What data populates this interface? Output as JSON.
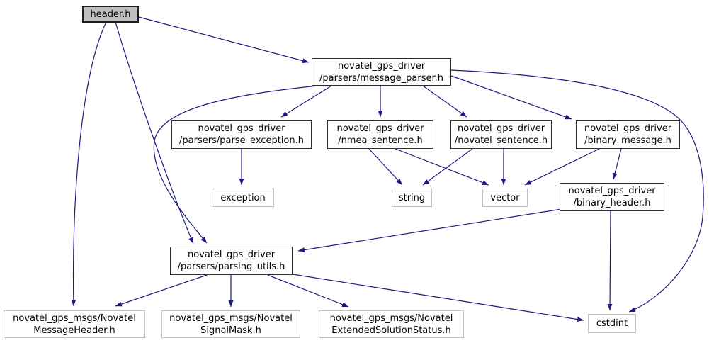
{
  "diagram": {
    "kind": "include-dependency-graph",
    "edge_color": "#1b1b80",
    "highlight_fill": "#bfbfbf",
    "nodes": {
      "header": {
        "line1": "header.h",
        "line2": ""
      },
      "message_parser": {
        "line1": "novatel_gps_driver",
        "line2": "/parsers/message_parser.h"
      },
      "parse_exception": {
        "line1": "novatel_gps_driver",
        "line2": "/parsers/parse_exception.h"
      },
      "nmea_sentence": {
        "line1": "novatel_gps_driver",
        "line2": "/nmea_sentence.h"
      },
      "novatel_sentence": {
        "line1": "novatel_gps_driver",
        "line2": "/novatel_sentence.h"
      },
      "binary_message": {
        "line1": "novatel_gps_driver",
        "line2": "/binary_message.h"
      },
      "binary_header": {
        "line1": "novatel_gps_driver",
        "line2": "/binary_header.h"
      },
      "parsing_utils": {
        "line1": "novatel_gps_driver",
        "line2": "/parsers/parsing_utils.h"
      },
      "exception": {
        "line1": "exception",
        "line2": ""
      },
      "string": {
        "line1": "string",
        "line2": ""
      },
      "vector": {
        "line1": "vector",
        "line2": ""
      },
      "cstdint": {
        "line1": "cstdint",
        "line2": ""
      },
      "novatel_message_header": {
        "line1": "novatel_gps_msgs/Novatel",
        "line2": "MessageHeader.h"
      },
      "novatel_signal_mask": {
        "line1": "novatel_gps_msgs/Novatel",
        "line2": "SignalMask.h"
      },
      "extended_solution_status": {
        "line1": "novatel_gps_msgs/Novatel",
        "line2": "ExtendedSolutionStatus.h"
      }
    },
    "edges": [
      {
        "from": "header",
        "to": "message_parser"
      },
      {
        "from": "header",
        "to": "novatel_message_header"
      },
      {
        "from": "header",
        "to": "parsing_utils"
      },
      {
        "from": "message_parser",
        "to": "parse_exception"
      },
      {
        "from": "message_parser",
        "to": "nmea_sentence"
      },
      {
        "from": "message_parser",
        "to": "novatel_sentence"
      },
      {
        "from": "message_parser",
        "to": "binary_message"
      },
      {
        "from": "message_parser",
        "to": "parsing_utils"
      },
      {
        "from": "message_parser",
        "to": "cstdint"
      },
      {
        "from": "parse_exception",
        "to": "exception"
      },
      {
        "from": "nmea_sentence",
        "to": "string"
      },
      {
        "from": "nmea_sentence",
        "to": "vector"
      },
      {
        "from": "novatel_sentence",
        "to": "string"
      },
      {
        "from": "novatel_sentence",
        "to": "vector"
      },
      {
        "from": "binary_message",
        "to": "vector"
      },
      {
        "from": "binary_message",
        "to": "binary_header"
      },
      {
        "from": "binary_header",
        "to": "parsing_utils"
      },
      {
        "from": "binary_header",
        "to": "cstdint"
      },
      {
        "from": "parsing_utils",
        "to": "novatel_message_header"
      },
      {
        "from": "parsing_utils",
        "to": "novatel_signal_mask"
      },
      {
        "from": "parsing_utils",
        "to": "extended_solution_status"
      },
      {
        "from": "parsing_utils",
        "to": "cstdint"
      }
    ]
  }
}
